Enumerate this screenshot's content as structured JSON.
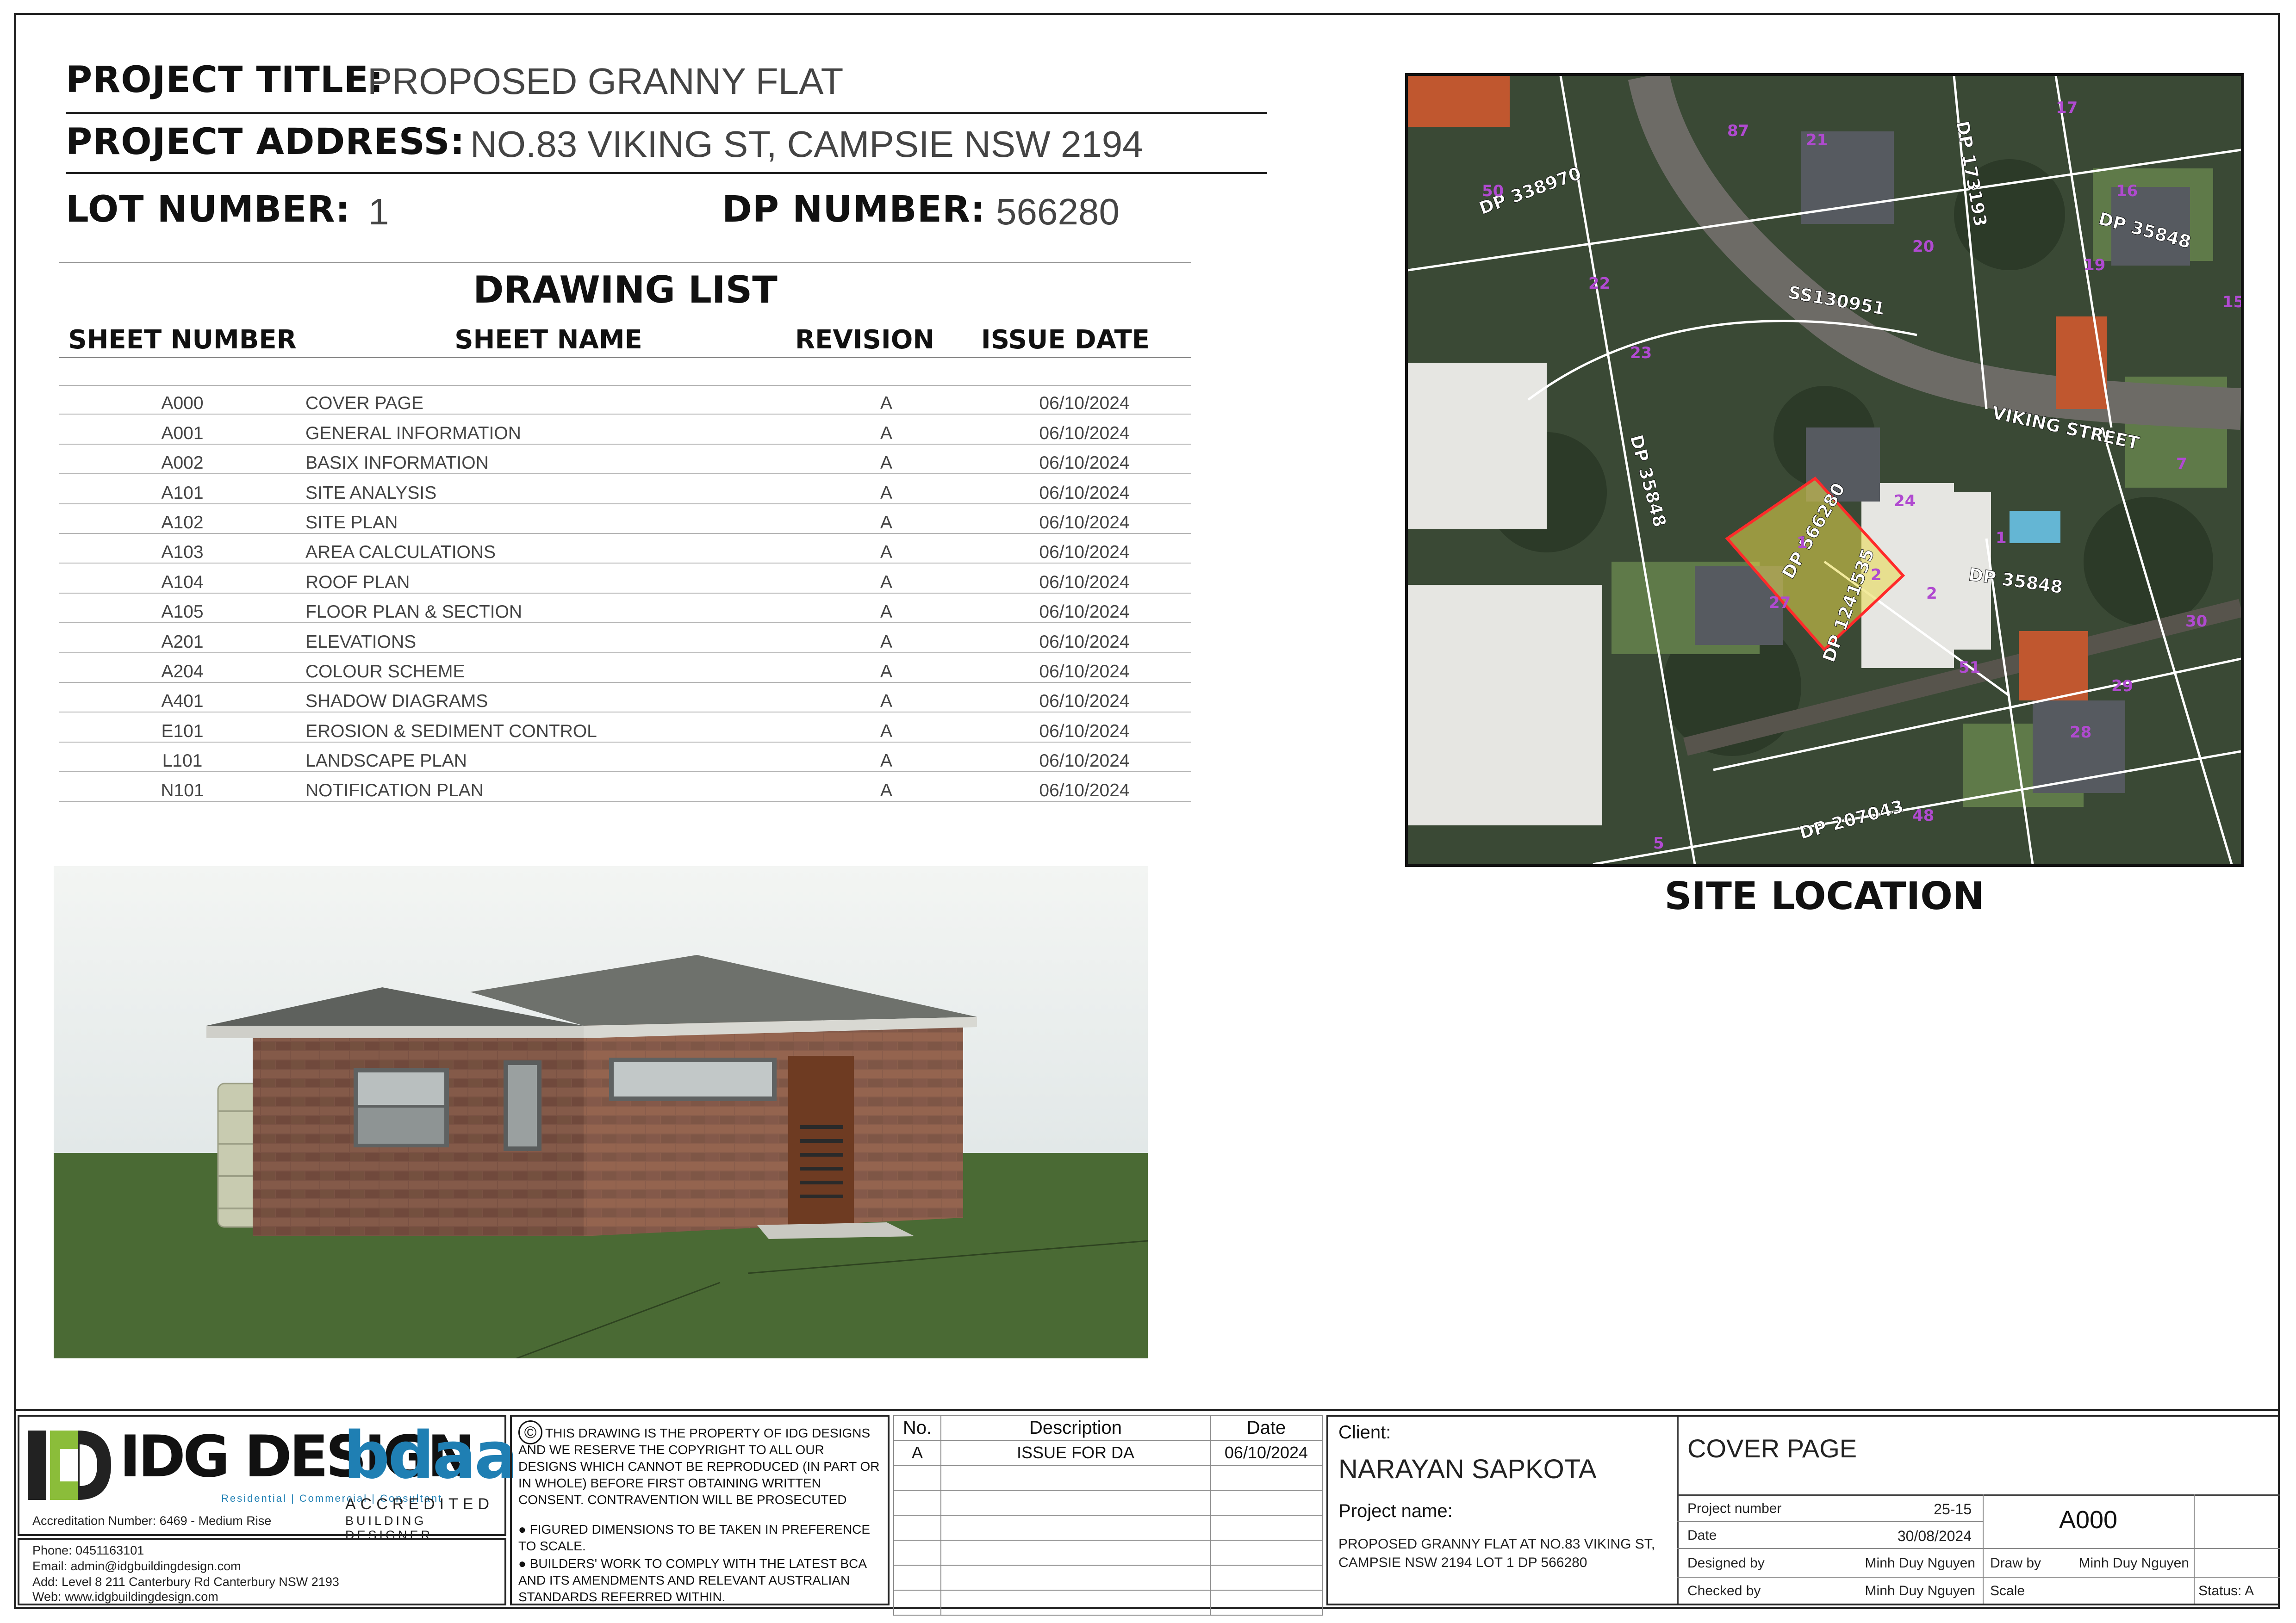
{
  "header": {
    "project_title_label": "PROJECT TITLE:",
    "project_title": "PROPOSED GRANNY FLAT",
    "project_address_label": "PROJECT ADDRESS:",
    "project_address": "NO.83 VIKING ST, CAMPSIE NSW 2194",
    "lot_label": "LOT NUMBER:",
    "lot_value": "1",
    "dp_label": "DP NUMBER:",
    "dp_value": "566280"
  },
  "drawing_list": {
    "title": "DRAWING LIST",
    "columns": [
      "SHEET NUMBER",
      "SHEET NAME",
      "REVISION",
      "ISSUE DATE"
    ],
    "rows": [
      [
        "A000",
        "COVER PAGE",
        "A",
        "06/10/2024"
      ],
      [
        "A001",
        "GENERAL INFORMATION",
        "A",
        "06/10/2024"
      ],
      [
        "A002",
        "BASIX INFORMATION",
        "A",
        "06/10/2024"
      ],
      [
        "A101",
        "SITE ANALYSIS",
        "A",
        "06/10/2024"
      ],
      [
        "A102",
        "SITE PLAN",
        "A",
        "06/10/2024"
      ],
      [
        "A103",
        "AREA CALCULATIONS",
        "A",
        "06/10/2024"
      ],
      [
        "A104",
        "ROOF PLAN",
        "A",
        "06/10/2024"
      ],
      [
        "A105",
        "FLOOR PLAN & SECTION",
        "A",
        "06/10/2024"
      ],
      [
        "A201",
        "ELEVATIONS",
        "A",
        "06/10/2024"
      ],
      [
        "A204",
        "COLOUR SCHEME",
        "A",
        "06/10/2024"
      ],
      [
        "A401",
        "SHADOW DIAGRAMS",
        "A",
        "06/10/2024"
      ],
      [
        "E101",
        "EROSION & SEDIMENT CONTROL",
        "A",
        "06/10/2024"
      ],
      [
        "L101",
        "LANDSCAPE PLAN",
        "A",
        "06/10/2024"
      ],
      [
        "N101",
        "NOTIFICATION PLAN",
        "A",
        "06/10/2024"
      ]
    ]
  },
  "site_map": {
    "caption": "SITE LOCATION",
    "street_label": "VIKING STREET",
    "labels": [
      "DP 338970",
      "DP 173193",
      "DP 35848",
      "SS130951",
      "DP 35848",
      "DP 566280",
      "DP 1241535",
      "DP 35848",
      "DP 207043"
    ],
    "lot_numbers": [
      "50",
      "21",
      "17",
      "16",
      "87",
      "22",
      "20",
      "19",
      "15",
      "23",
      "1",
      "24",
      "2",
      "27",
      "1",
      "2",
      "51",
      "30",
      "29",
      "28",
      "48",
      "5",
      "7"
    ]
  },
  "title_block": {
    "company": {
      "logo_text": "IDG DESIGN",
      "tagline": "Residential | Commercial | Consultant",
      "bdaa": "bdaa",
      "accredited": "ACCREDITED",
      "building_designer": "BUILDING DESIGNER",
      "accreditation": "Accreditation Number: 6469 - Medium Rise",
      "phone": "Phone: 0451163101",
      "email": "Email: admin@idgbuildingdesign.com",
      "address": "Add: Level 8 211 Canterbury Rd Canterbury NSW 2193",
      "web": "Web: www.idgbuildingdesign.com"
    },
    "copyright_symbol": "©",
    "notes": [
      "THIS DRAWING IS THE PROPERTY OF IDG DESIGNS AND WE RESERVE THE COPYRIGHT TO ALL OUR DESIGNS WHICH CANNOT BE REPRODUCED (IN PART OR IN WHOLE) BEFORE FIRST OBTAINING WRITTEN CONSENT. CONTRAVENTION WILL BE PROSECUTED",
      "● FIGURED DIMENSIONS TO BE TAKEN IN PREFERENCE TO SCALE.",
      "● BUILDERS' WORK TO COMPLY WITH THE LATEST BCA AND ITS AMENDMENTS AND RELEVANT AUSTRALIAN STANDARDS REFERRED WITHIN."
    ],
    "revisions": {
      "columns": [
        "No.",
        "Description",
        "Date"
      ],
      "rows": [
        [
          "A",
          "ISSUE FOR DA",
          "06/10/2024"
        ]
      ]
    },
    "client_label": "Client:",
    "client": "NARAYAN SAPKOTA",
    "project_name_label": "Project name:",
    "project_name": "PROPOSED GRANNY FLAT AT NO.83 VIKING ST, CAMPSIE NSW 2194 LOT 1 DP 566280",
    "sheet_title": "COVER PAGE",
    "project_number_label": "Project number",
    "project_number": "25-15",
    "date_label": "Date",
    "date": "30/08/2024",
    "designed_by_label": "Designed by",
    "designed_by": "Minh Duy Nguyen",
    "checked_by_label": "Checked by",
    "checked_by": "Minh Duy Nguyen",
    "sheet_number": "A000",
    "draw_by_label": "Draw by",
    "draw_by": "Minh Duy Nguyen",
    "scale_label": "Scale",
    "status": "Status: A"
  },
  "colors": {
    "brick": "#8a5e4c",
    "roof": "#6e716c",
    "grass": "#4a6a34",
    "site_highlight": "#e8d84a",
    "logo_green": "#8bbd3a",
    "bdaa_blue": "#1f7fb3"
  }
}
